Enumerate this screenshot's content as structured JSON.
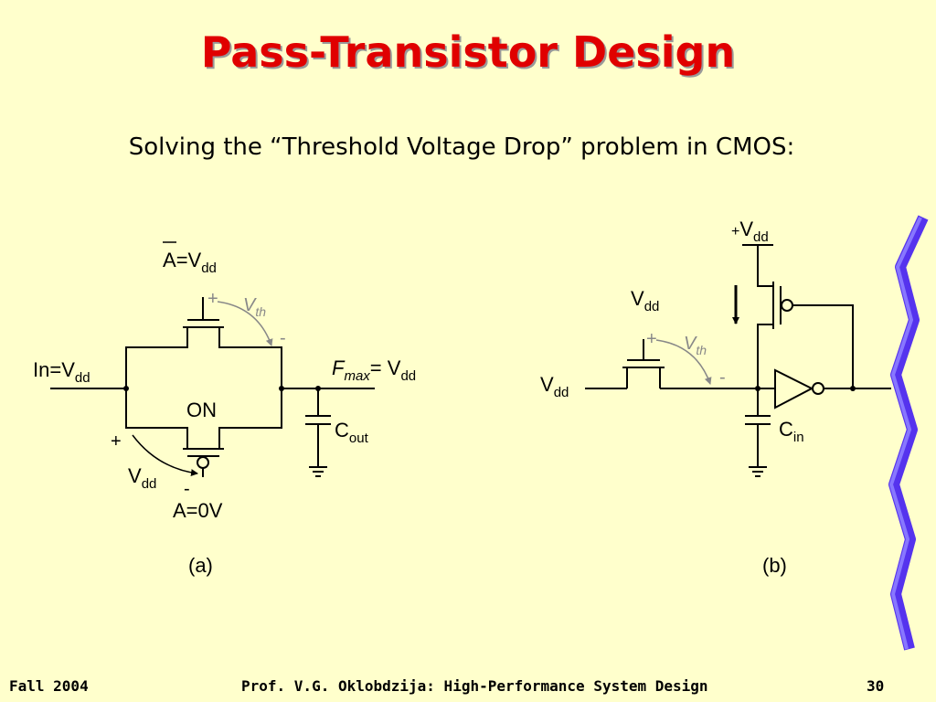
{
  "slide": {
    "title": "Pass-Transistor Design",
    "subtitle": "Solving the “Threshold Voltage Drop” problem in CMOS:"
  },
  "circuit_a": {
    "gate_top_label": "A",
    "gate_top_eq": "=V",
    "gate_top_sub": "dd",
    "input_label": "In=V",
    "input_sub": "dd",
    "state_label": "ON",
    "output_label": "F",
    "output_label_sub": "max",
    "output_eq": "= V",
    "output_eq_sub": "dd",
    "cap_label": "C",
    "cap_sub": "out",
    "vth_plus": "+",
    "vth_minus": "-",
    "vth_label": "V",
    "vth_sub": "th",
    "vgs_plus": "+",
    "vgs_minus": "-",
    "vgs_label": "V",
    "vgs_sub": "dd",
    "gate_bottom_label": "A=0V",
    "caption": "(a)"
  },
  "circuit_b": {
    "supply_plus": "+",
    "supply_label": "V",
    "supply_sub": "dd",
    "gate_label": "V",
    "gate_sub": "dd",
    "input_label": "V",
    "input_sub": "dd",
    "vth_plus": "+",
    "vth_minus": "-",
    "vth_label": "V",
    "vth_sub": "th",
    "cap_label": "C",
    "cap_sub": "in",
    "caption": "(b)"
  },
  "footer": {
    "term": "Fall 2004",
    "course": "Prof. V.G. Oklobdzija: High-Performance System Design",
    "page": "30"
  },
  "colors": {
    "background": "#ffffcc",
    "title": "#e00000",
    "annotation": "#888888",
    "decoration": "#5533ee"
  }
}
